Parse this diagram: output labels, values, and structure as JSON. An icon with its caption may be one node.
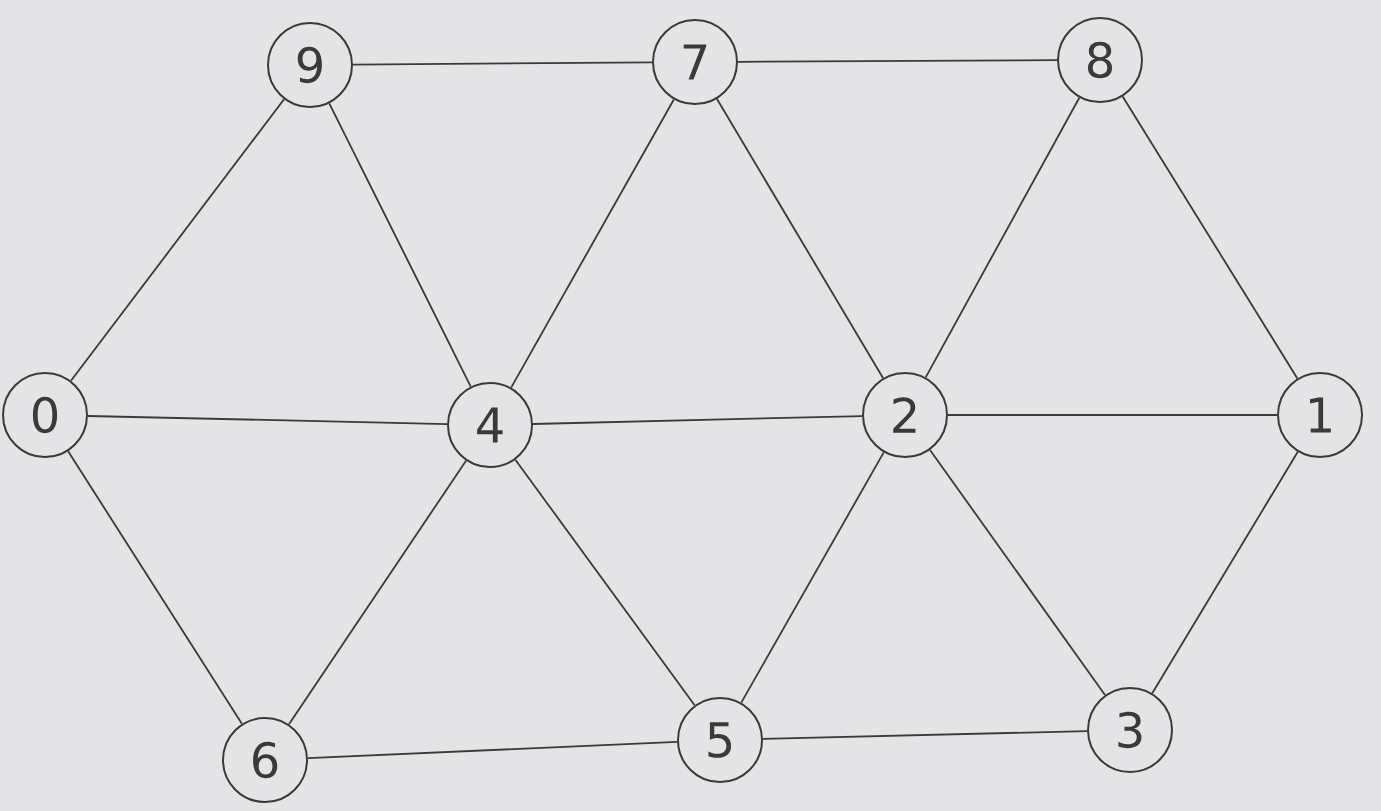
{
  "diagram": {
    "nodes": [
      {
        "text": [
          "9"
        ]
      },
      {
        "text": [
          "7"
        ]
      },
      {
        "text": [
          "8"
        ]
      },
      {
        "text": [
          "0"
        ]
      },
      {
        "text": [
          "4"
        ]
      },
      {
        "text": [
          "2"
        ]
      },
      {
        "text": [
          "1"
        ]
      },
      {
        "text": [
          "6"
        ]
      },
      {
        "text": [
          "5"
        ]
      },
      {
        "text": [
          "3"
        ]
      }
    ],
    "edges": [
      {
        "from": 0,
        "to": 1,
        "arrow": "none"
      },
      {
        "from": 1,
        "to": 2,
        "arrow": "none"
      },
      {
        "from": 0,
        "to": 3,
        "arrow": "none"
      },
      {
        "from": 0,
        "to": 4,
        "arrow": "none"
      },
      {
        "from": 1,
        "to": 4,
        "arrow": "none"
      },
      {
        "from": 1,
        "to": 5,
        "arrow": "none"
      },
      {
        "from": 2,
        "to": 5,
        "arrow": "none"
      },
      {
        "from": 2,
        "to": 6,
        "arrow": "none"
      },
      {
        "from": 3,
        "to": 4,
        "arrow": "none"
      },
      {
        "from": 4,
        "to": 5,
        "arrow": "none"
      },
      {
        "from": 5,
        "to": 6,
        "arrow": "none"
      },
      {
        "from": 3,
        "to": 7,
        "arrow": "none"
      },
      {
        "from": 4,
        "to": 7,
        "arrow": "none"
      },
      {
        "from": 4,
        "to": 8,
        "arrow": "none"
      },
      {
        "from": 5,
        "to": 8,
        "arrow": "none"
      },
      {
        "from": 5,
        "to": 9,
        "arrow": "none"
      },
      {
        "from": 6,
        "to": 9,
        "arrow": "none"
      },
      {
        "from": 7,
        "to": 8,
        "arrow": "none"
      },
      {
        "from": 8,
        "to": 9,
        "arrow": "none"
      }
    ]
  }
}
